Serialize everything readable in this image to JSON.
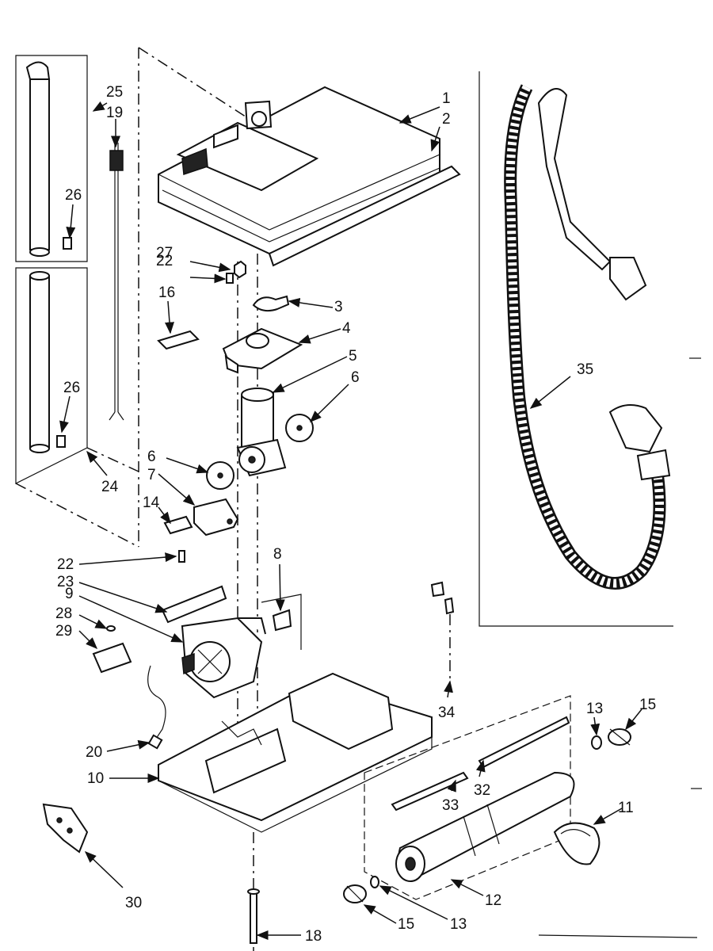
{
  "callouts": {
    "c1": "1",
    "c2": "2",
    "c3": "3",
    "c4": "4",
    "c5": "5",
    "c6a": "6",
    "c6b": "6",
    "c7": "7",
    "c8": "8",
    "c9": "9",
    "c10": "10",
    "c11": "11",
    "c12": "12",
    "c13a": "13",
    "c13b": "13",
    "c14": "14",
    "c15a": "15",
    "c15b": "15",
    "c16": "16",
    "c18": "18",
    "c19": "19",
    "c20": "20",
    "c22a": "22",
    "c22b": "22",
    "c23": "23",
    "c24": "24",
    "c25": "25",
    "c26a": "26",
    "c26b": "26",
    "c27": "27",
    "c28": "28",
    "c29": "29",
    "c30": "30",
    "c32": "32",
    "c33": "33",
    "c34": "34",
    "c35": "35"
  }
}
